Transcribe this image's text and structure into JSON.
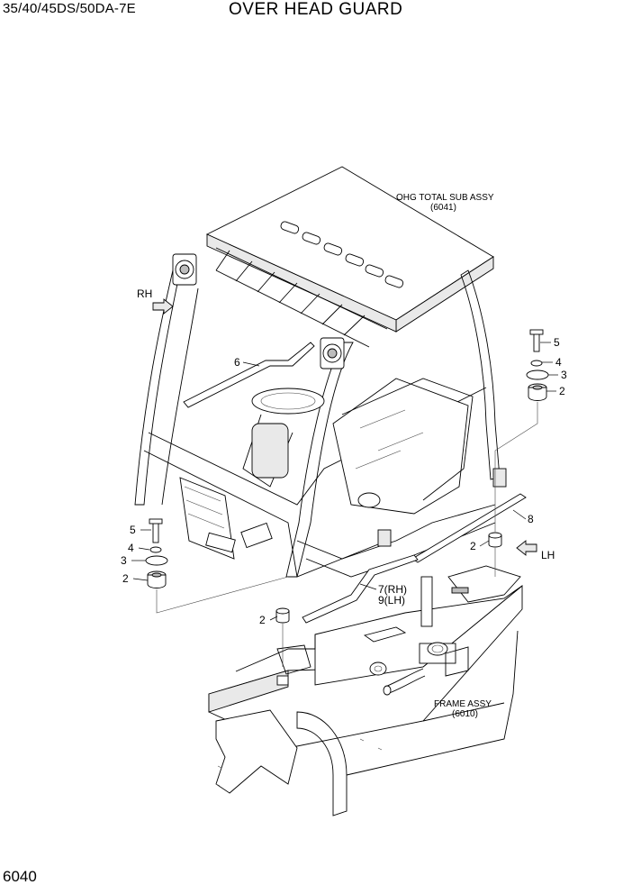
{
  "header": {
    "model": "35/40/45DS/50DA-7E",
    "title": "OVER HEAD GUARD"
  },
  "footer": {
    "page_number": "6040"
  },
  "labels": {
    "ohg_line1": "OHG TOTAL SUB ASSY",
    "ohg_line2": "(6041)",
    "frame_line1": "FRAME ASSY",
    "frame_line2": "(6010)",
    "rh": "RH",
    "lh": "LH"
  },
  "callouts": {
    "c5_right": "5",
    "c4_right": "4",
    "c3_right": "3",
    "c2_right": "2",
    "c6": "6",
    "c5_left": "5",
    "c4_left": "4",
    "c3_left": "3",
    "c2_left": "2",
    "c8": "8",
    "c2_mid_right": "2",
    "c7": "7(RH)",
    "c9": "9(LH)",
    "c2_bottom": "2"
  }
}
